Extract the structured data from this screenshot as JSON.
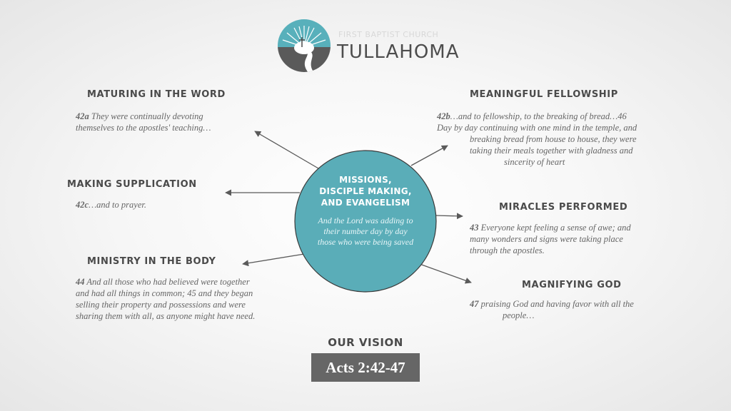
{
  "logo": {
    "top_text": "FIRST BAPTIST CHURCH",
    "name": "TULLAHOMA",
    "colors": {
      "teal": "#58b0bb",
      "gray": "#5a5a5a"
    }
  },
  "center": {
    "title": "MISSIONS,\nDISCIPLE MAKING,\nAND EVANGELISM",
    "quote": "And the Lord was adding to\ntheir number day by day\nthose who were being saved",
    "color": "#5aadb8"
  },
  "sections": {
    "maturing": {
      "heading": "MATURING IN THE WORD",
      "verse_ref": "42a",
      "verse_lines": [
        " They were continually devoting",
        "themselves to the apostles' teaching…"
      ]
    },
    "supplication": {
      "heading": "MAKING SUPPLICATION",
      "verse_ref": "42c",
      "verse_lines": [
        "…and to prayer."
      ]
    },
    "ministry": {
      "heading": "MINISTRY IN THE BODY",
      "verse_ref": "44",
      "verse_lines": [
        " And all those who had believed were together",
        "and had all things in common; 45 and they began",
        "selling their property and possessions and were",
        "sharing them with all, as anyone might have need."
      ]
    },
    "fellowship": {
      "heading": "MEANINGFUL FELLOWSHIP",
      "verse_ref": "42b",
      "verse_lines": [
        "…and to fellowship, to the breaking of bread…46",
        "Day by day continuing with one mind in the temple, and",
        "breaking bread from house to house, they were",
        "taking their meals together with gladness and",
        "sincerity of heart"
      ]
    },
    "miracles": {
      "heading": "MIRACLES PERFORMED",
      "verse_ref": "43",
      "verse_lines": [
        " Everyone kept feeling a sense of awe; and",
        "many wonders and signs were taking place",
        "through the apostles."
      ]
    },
    "magnifying": {
      "heading": "MAGNIFYING GOD",
      "verse_ref": "47",
      "verse_lines": [
        " praising God and having favor with all the",
        "people…"
      ]
    }
  },
  "vision": {
    "label": "OUR VISION",
    "reference": "Acts 2:42-47"
  }
}
